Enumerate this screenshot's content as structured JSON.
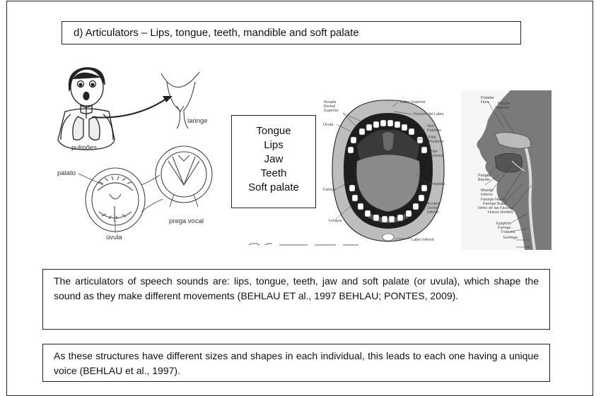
{
  "slide": {
    "heading": "d) Articulators – Lips, tongue, teeth, mandible and soft palate",
    "articulator_list": [
      "Tongue",
      "Lips",
      "Jaw",
      "Teeth",
      "Soft palate"
    ],
    "paragraph_1": "The articulators of speech sounds are: lips, tongue, teeth, jaw and soft palate (or uvula), which shape the sound as they make different movements (BEHLAU ET al., 1997 BEHLAU; PONTES, 2009).",
    "paragraph_2": "As these structures have different sizes and shapes in each individual, this leads to each one having a unique voice (BEHLAU et al., 1997)."
  },
  "left_illustration": {
    "labels": {
      "laringe": "laringe",
      "pulmoes": "pulmões",
      "palato": "palato",
      "prega_vocal": "prega vocal",
      "uvula": "úvula"
    }
  },
  "mouth_diagram": {
    "labels": [
      "Arcada Dental Superior",
      "Lábio Superior",
      "Frenulo del Labio",
      "Úvula",
      "Velo Palatino",
      "Pilar Posterior",
      "Pilar Anterior",
      "Amígdala",
      "Faringe",
      "Lengua",
      "Arcada Dental Inferior",
      "Labio Inferior"
    ]
  },
  "sagittal_diagram": {
    "labels": [
      "Paladar Duro",
      "Maxilar Superior",
      "Paladar Blando",
      "Maxilar Inferior",
      "Faringe Nasal",
      "Faringe Bucal",
      "Istmo de las Fauces",
      "Hueso Hioides",
      "Epiglotis",
      "Faringe",
      "Tráquea",
      "Esófago"
    ]
  }
}
